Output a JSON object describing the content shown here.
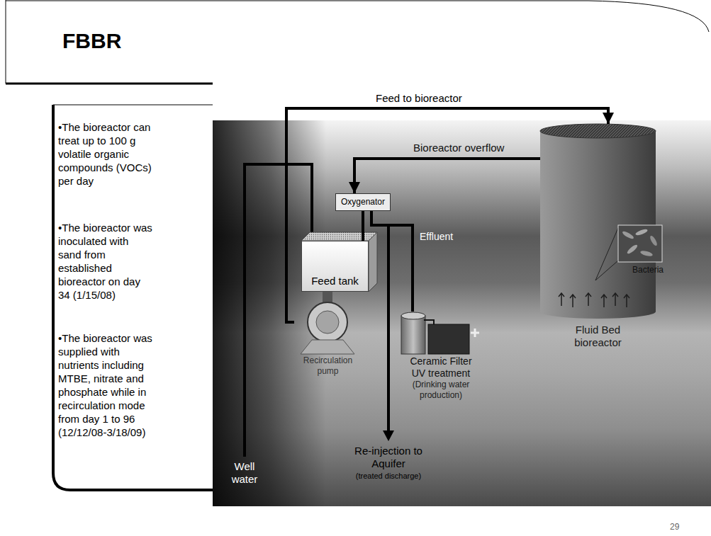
{
  "diagram": {
    "title": "FBBR",
    "nodes": [
      {
        "text": [
          "Oxygenator"
        ]
      },
      {
        "text": [
          "Feed tank"
        ]
      },
      {
        "text": [
          "Recirculation pump"
        ]
      },
      {
        "text": [
          "Ceramic Filter UV treatment",
          "(Drinking water production)"
        ]
      },
      {
        "text": [
          "Fluid Bed bioreactor"
        ]
      }
    ],
    "edges": [
      {
        "from": 2,
        "to": 4,
        "label": "Feed to bioreactor",
        "arrow": "to"
      },
      {
        "from": 4,
        "to": 0,
        "label": "Bioreactor overflow",
        "arrow": "to"
      },
      {
        "from": 0,
        "to": 1,
        "arrow": "none"
      },
      {
        "from": 0,
        "to": 3,
        "label": "Effluent",
        "arrow": "none"
      }
    ],
    "labels": [
      "•The bioreactor can treat up to 100 g volatile organic compounds (VOCs) per day",
      "•The bioreactor was inoculated with sand from established bioreactor on day 34 (1/15/08)",
      "•The bioreactor was supplied with nutrients including MTBE, nitrate and phosphate while in recirculation mode from day 1 to 96 (12/12/08-3/18/09)",
      "Bacteria",
      "Well water",
      "Re-injection to Aquifer",
      "(treated discharge)",
      "29"
    ]
  }
}
